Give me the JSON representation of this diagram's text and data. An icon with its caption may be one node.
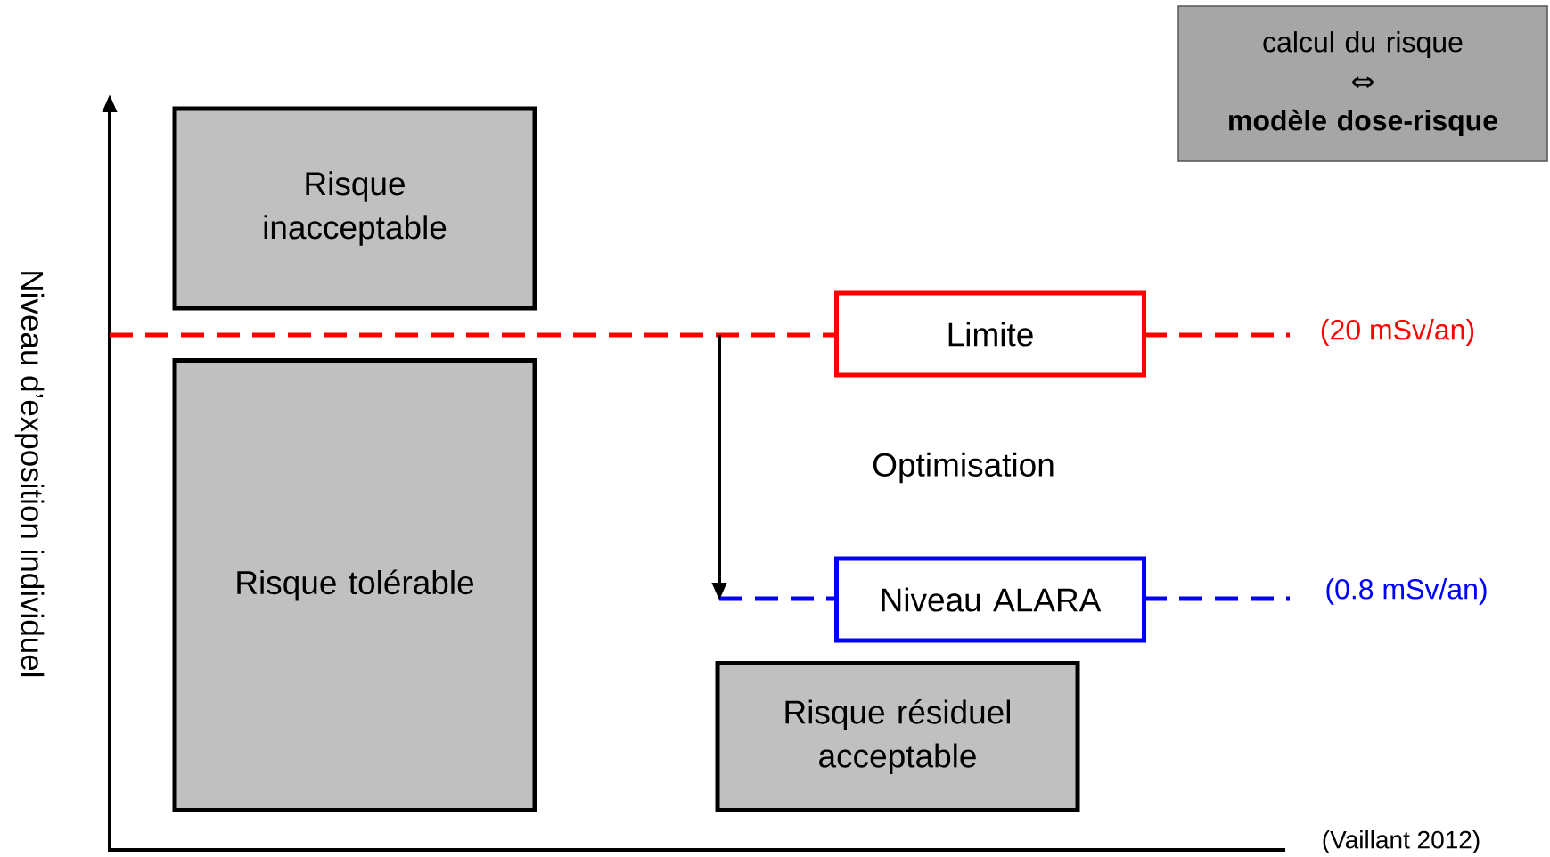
{
  "diagram": {
    "nodes": [
      {
        "text": [
          "calcul du risque",
          "⇔",
          "modèle dose-risque"
        ]
      },
      {
        "text": [
          "Risque inacceptable"
        ]
      },
      {
        "text": [
          "Limite"
        ]
      },
      {
        "text": [
          "Risque tolérable"
        ]
      },
      {
        "text": [
          "Niveau ALARA"
        ]
      },
      {
        "text": [
          "Risque résiduel acceptable"
        ]
      }
    ],
    "labels": [
      "(20 mSv/an)",
      "Niveau d’exposition individuel",
      "Optimisation",
      "(0.8 mSv/an)",
      "(Vaillant 2012)"
    ]
  }
}
